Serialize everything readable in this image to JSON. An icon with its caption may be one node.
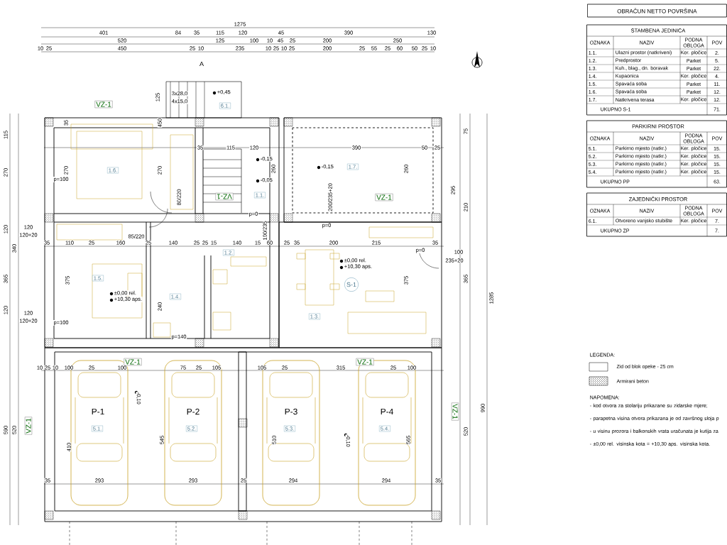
{
  "diagram": {
    "title": "OBRAČUN NETTO POVRŠINA",
    "labels": [
      "1275",
      "401",
      "84",
      "35",
      "115",
      "120",
      "45",
      "390",
      "130",
      "520",
      "125",
      "100",
      "10",
      "45",
      "25",
      "200",
      "250",
      "10",
      "25",
      "450",
      "25",
      "10",
      "235",
      "10",
      "25",
      "10",
      "25",
      "200",
      "25",
      "55",
      "25",
      "60",
      "50",
      "25",
      "10",
      "A",
      "3x28,0",
      "4x15,0",
      "125",
      "+0,45",
      "6.1.",
      "VZ-1",
      "35",
      "450",
      "35",
      "115",
      "120",
      "390",
      "50",
      "25",
      "-0,15",
      "-0,05",
      "-0,15",
      "270",
      "270",
      "260",
      "260",
      "1.6.",
      "1.7.",
      "1.1.",
      "p=100",
      "VZ-1",
      "VZ-1",
      "80/220",
      "200/235+20",
      "p=0",
      "p=0",
      "85/220",
      "100/235",
      "35",
      "110",
      "25",
      "160",
      "25",
      "140",
      "25",
      "25",
      "15",
      "140",
      "15",
      "60",
      "25",
      "35",
      "200",
      "215",
      "35",
      "1.2.",
      "p=0",
      "±0,00 rel.",
      "+10,30 aps.",
      "1.5.",
      "±0,00 rel.",
      "+10,30 aps.",
      "S-1",
      "375",
      "375",
      "1.4.",
      "240",
      "1.3.",
      "p=100",
      "p=140",
      "10",
      "25",
      "10",
      "100",
      "25",
      "100",
      "75",
      "25",
      "105",
      "105",
      "25",
      "315",
      "25",
      "100",
      "VZ-1",
      "VZ-1",
      "P-1",
      "P-2",
      "P-3",
      "P-4",
      "5.1.",
      "5.2.",
      "5.3.",
      "5.4.",
      "-0,10",
      "-0,10",
      "410",
      "545",
      "510",
      "565",
      "35",
      "293",
      "293",
      "25",
      "294",
      "294",
      "35",
      "VZ-1",
      "VZ-1",
      "115",
      "270",
      "120",
      "365",
      "120",
      "590",
      "340",
      "520",
      "120",
      "120+20",
      "120",
      "120+20",
      "75",
      "295",
      "210",
      "100",
      "235+20",
      "365",
      "1285",
      "990",
      "520",
      "STAMBENA JEDINICA",
      "OZNAKA",
      "NAZIV",
      "PODNA OBLOGA",
      "POV",
      "1.1.",
      "Ulazni prostor (natkriveni)",
      "Ker. pločice",
      "2.",
      "1.2.",
      "Predprostor",
      "Parket",
      "5.",
      "1.3.",
      "Kuh., blag., dn. boravak",
      "Parket",
      "22.",
      "1.4.",
      "Kupaonica",
      "Ker. pločice",
      "4.",
      "1.5.",
      "Spavaća soba",
      "Parket",
      "11.",
      "1.6.",
      "Spavaća soba",
      "Parket",
      "12.",
      "1.7.",
      "Natkrivena terasa",
      "Ker. pločice",
      "12.",
      "UKUPNO S-1",
      "71.",
      "PARKIRNI PROSTOR",
      "OZNAKA",
      "NAZIV",
      "PODNA OBLOGA",
      "POV",
      "5.1.",
      "Parkirno mjesto (natkr.)",
      "Ker. pločice",
      "15.",
      "5.2.",
      "Parkirno mjesto (natkr.)",
      "Ker. pločice",
      "15.",
      "5.3.",
      "Parkirno mjesto (natkr.)",
      "Ker. pločice",
      "15.",
      "5.4.",
      "Parkirno mjesto (natkr.)",
      "Ker. pločice",
      "15.",
      "UKUPNO PP",
      "63.",
      "ZAJEDNIČKI PROSTOR",
      "OZNAKA",
      "NAZIV",
      "PODNA OBLOGA",
      "POV",
      "6.1.",
      "Otvoreno vanjsko stubište",
      "Ker. pločice",
      "7.",
      "UKUPNO ZP",
      "7.",
      "LEGENDA:",
      "NAPOMENA:",
      "- kod otvora za stolariju prikazane su zidarske mjere;",
      "- parapetna visina otvora prikazana je od završnog sloja p",
      "- u visinu prozora i balkonskih vrata uračunata je kutija za",
      "- ±0,00 rel. visinska kota = +10,30 aps. visinska kota."
    ],
    "legend": [
      {
        "text": "Zid od blok opeke - 25 cm"
      },
      {
        "text": "Armirani beton"
      }
    ]
  }
}
